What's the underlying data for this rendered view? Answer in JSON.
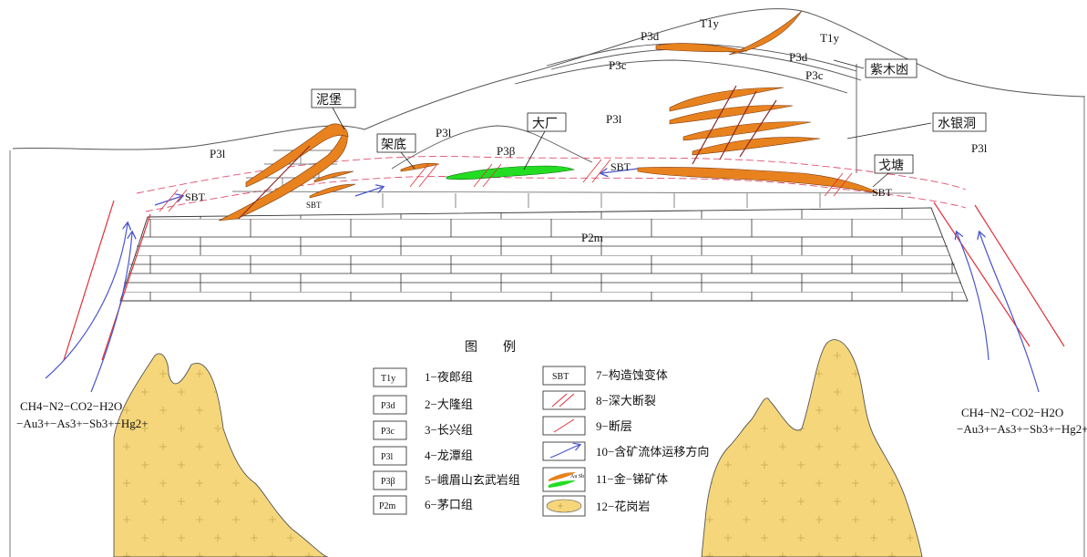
{
  "strata": {
    "t1y": "T1y",
    "p3d": "P3d",
    "p3c": "P3c",
    "p3l": "P3l",
    "p3b": "P3β",
    "p2m": "P2m",
    "sbt": "SBT"
  },
  "places": {
    "nibao": "泥堡",
    "jiadi": "架底",
    "dachang": "大厂",
    "zimudang": "紫木凼",
    "shuiyindong": "水银洞",
    "getang": "戈塘"
  },
  "fluid_left": {
    "line1": "CH4−N2−CO2−H2O",
    "line2": "−Au3+−As3+−Sb3+−Hg2+"
  },
  "fluid_right": {
    "line1": "CH4−N2−CO2−H2O",
    "line2": "−Au3+−As3+−Sb3+−Hg2+"
  },
  "legend": {
    "title": "图　　例",
    "items": [
      {
        "symbol": "T1y",
        "label": "1−夜郎组"
      },
      {
        "symbol": "P3d",
        "label": "2−大隆组"
      },
      {
        "symbol": "P3c",
        "label": "3−长兴组"
      },
      {
        "symbol": "P3l",
        "label": "4−龙潭组"
      },
      {
        "symbol": "P3β",
        "label": "5−峨眉山玄武岩组"
      },
      {
        "symbol": "P2m",
        "label": "6−茅口组"
      },
      {
        "symbol": "SBT",
        "label": "7−构造蚀变体"
      },
      {
        "symbol": "",
        "label": "8−深大断裂"
      },
      {
        "symbol": "",
        "label": "9−断层"
      },
      {
        "symbol": "",
        "label": "10−含矿流体运移方向"
      },
      {
        "symbol": "Au Sb",
        "label": "11−金−锑矿体"
      },
      {
        "symbol": "",
        "label": "12−花岗岩"
      }
    ]
  },
  "colors": {
    "orebody_au": "#e8821e",
    "orebody_sb": "#22dd22",
    "granite": "#f5d67a",
    "fault": "#e0303a",
    "fluid_arrow": "#4a55cc",
    "sbt_boundary": "#e05070"
  }
}
